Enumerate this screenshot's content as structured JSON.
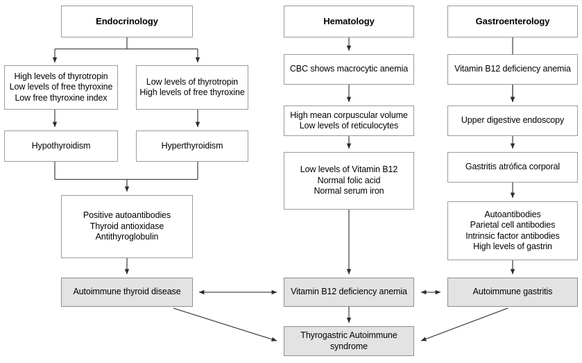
{
  "diagram": {
    "title": "Thyrogastric Autoimmune Syndrome diagnostic flowchart",
    "colors": {
      "box_border": "#9a9a9a",
      "box_fill": "#ffffff",
      "shaded_fill": "#e3e3e3",
      "edge": "#3a3a3a",
      "text": "#000000"
    },
    "columns": [
      {
        "id": "endocrinology",
        "header": "Endocrinology"
      },
      {
        "id": "hematology",
        "header": "Hematology"
      },
      {
        "id": "gastroenterology",
        "header": "Gastroenterology"
      }
    ],
    "nodes": {
      "endocrinology_header": "Endocrinology",
      "hypo_labs": "High levels of thyrotropin\nLow levels of free thyroxine\nLow free thyroxine index",
      "hyper_labs": "Low levels of thyrotropin\nHigh levels of free thyroxine",
      "hypothyroidism": "Hypothyroidism",
      "hyperthyroidism": "Hyperthyroidism",
      "thyroid_autoantibodies": "Positive autoantibodies\nThyroid antioxidase\nAntithyroglobulin",
      "autoimmune_thyroid_disease": "Autoimmune thyroid disease",
      "hematology_header": "Hematology",
      "cbc": "CBC shows macrocytic anemia",
      "mcv_retic": "High mean corpuscular volume\nLow levels of reticulocytes",
      "b12_labs": "Low levels of Vitamin B12\nNormal folic acid\nNormal serum iron",
      "vitamin_b12_deficiency_anemia": "Vitamin B12 deficiency anemia",
      "gastroenterology_header": "Gastroenterology",
      "gastro_b12_anemia": "Vitamin B12 deficiency anemia",
      "endoscopy": "Upper digestive endoscopy",
      "gastritis": "Gastritis atrófica corporal",
      "gastric_autoantibodies": "Autoantibodies\nParietal cell antibodies\nIntrinsic factor antibodies\nHigh levels of gastrin",
      "autoimmune_gastritis": "Autoimmune gastritis",
      "thyrogastric_syndrome": "Thyrogastric Autoimmune\nsyndrome"
    },
    "edges": [
      {
        "from": "endocrinology_header",
        "to": "hypo_labs",
        "style": "elbow-split-arrow"
      },
      {
        "from": "endocrinology_header",
        "to": "hyper_labs",
        "style": "elbow-split-arrow"
      },
      {
        "from": "hypo_labs",
        "to": "hypothyroidism",
        "style": "straight-arrow"
      },
      {
        "from": "hyper_labs",
        "to": "hyperthyroidism",
        "style": "straight-arrow"
      },
      {
        "from": "hypothyroidism",
        "to": "thyroid_autoantibodies",
        "style": "elbow-merge-arrow"
      },
      {
        "from": "hyperthyroidism",
        "to": "thyroid_autoantibodies",
        "style": "elbow-merge-arrow"
      },
      {
        "from": "thyroid_autoantibodies",
        "to": "autoimmune_thyroid_disease",
        "style": "straight-arrow"
      },
      {
        "from": "hematology_header",
        "to": "cbc",
        "style": "straight-arrow"
      },
      {
        "from": "cbc",
        "to": "mcv_retic",
        "style": "straight-arrow"
      },
      {
        "from": "mcv_retic",
        "to": "b12_labs",
        "style": "straight-arrow"
      },
      {
        "from": "b12_labs",
        "to": "vitamin_b12_deficiency_anemia",
        "style": "straight-arrow"
      },
      {
        "from": "gastroenterology_header",
        "to": "gastro_b12_anemia",
        "style": "straight-arrow"
      },
      {
        "from": "gastro_b12_anemia",
        "to": "endoscopy",
        "style": "straight-arrow"
      },
      {
        "from": "endoscopy",
        "to": "gastritis",
        "style": "straight-arrow"
      },
      {
        "from": "gastritis",
        "to": "gastric_autoantibodies",
        "style": "straight-arrow"
      },
      {
        "from": "gastric_autoantibodies",
        "to": "autoimmune_gastritis",
        "style": "straight-arrow"
      },
      {
        "from": "autoimmune_thyroid_disease",
        "to": "vitamin_b12_deficiency_anemia",
        "style": "double-arrow"
      },
      {
        "from": "vitamin_b12_deficiency_anemia",
        "to": "autoimmune_gastritis",
        "style": "double-arrow"
      },
      {
        "from": "vitamin_b12_deficiency_anemia",
        "to": "thyrogastric_syndrome",
        "style": "straight-arrow"
      },
      {
        "from": "autoimmune_thyroid_disease",
        "to": "thyrogastric_syndrome",
        "style": "diagonal-arrow"
      },
      {
        "from": "autoimmune_gastritis",
        "to": "thyrogastric_syndrome",
        "style": "diagonal-arrow"
      }
    ]
  }
}
